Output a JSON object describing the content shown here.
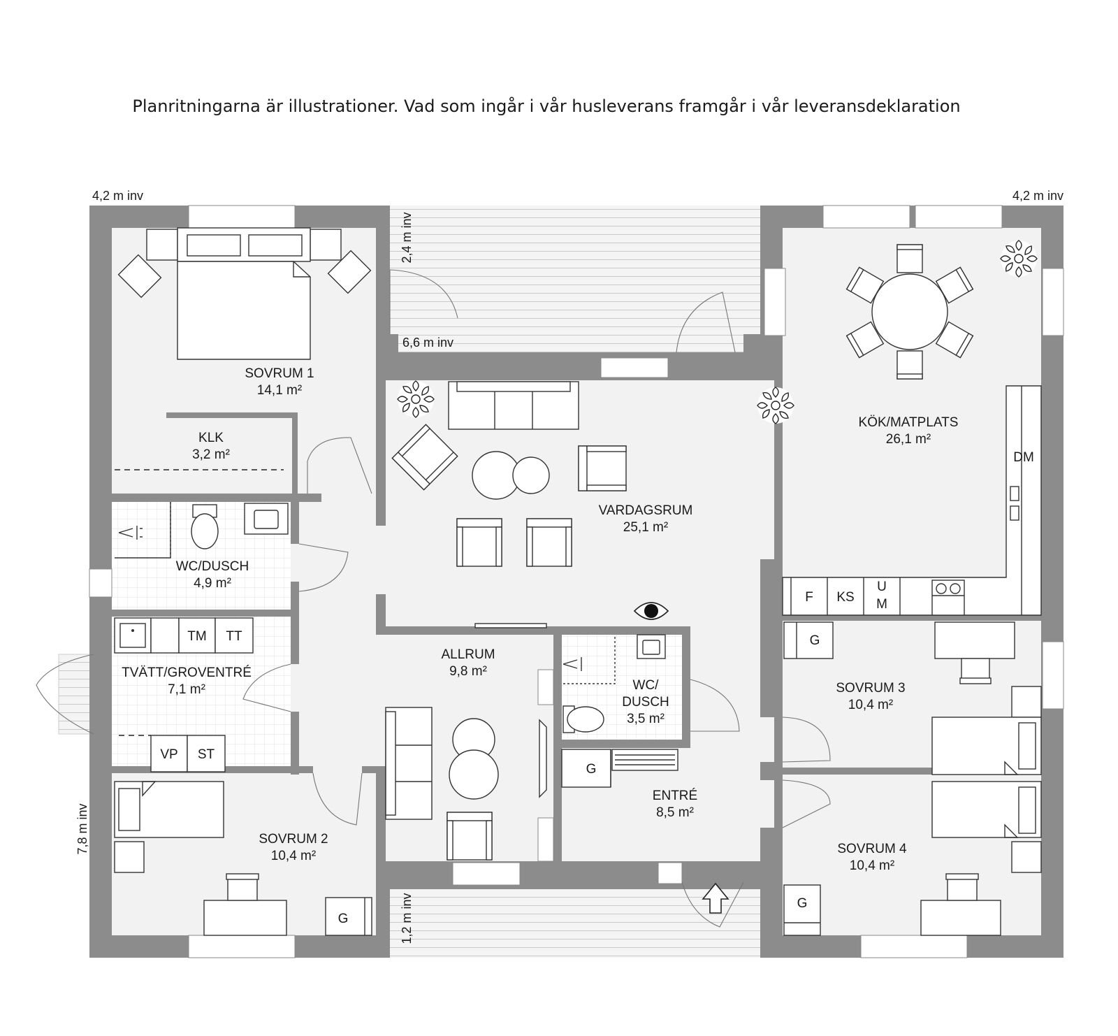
{
  "caption": "Planritningarna är illustrationer. Vad som ingår i vår husleverans framgår i vår leveransdeklaration",
  "dimensions": {
    "top_left": "4,2 m inv",
    "top_right": "4,2 m inv",
    "deck_top_vertical": "2,4 m inv",
    "deck_top_horizontal": "6,6 m inv",
    "left_vertical": "7,8 m inv",
    "deck_bottom_vertical": "1,2 m inv"
  },
  "rooms": {
    "sovrum1": {
      "name": "SOVRUM 1",
      "area": "14,1 m²"
    },
    "klk": {
      "name": "KLK",
      "area": "3,2 m²"
    },
    "wc_dusch1": {
      "name": "WC/DUSCH",
      "area": "4,9 m²"
    },
    "tvatt": {
      "name": "TVÄTT/GROVENTRÉ",
      "area": "7,1 m²"
    },
    "sovrum2": {
      "name": "SOVRUM 2",
      "area": "10,4 m²"
    },
    "vardagsrum": {
      "name": "VARDAGSRUM",
      "area": "25,1 m²"
    },
    "allrum": {
      "name": "ALLRUM",
      "area": "9,8 m²"
    },
    "wc_dusch2": {
      "name_line1": "WC/",
      "name_line2": "DUSCH",
      "area": "3,5 m²"
    },
    "entre": {
      "name": "ENTRÉ",
      "area": "8,5 m²"
    },
    "kok": {
      "name": "KÖK/MATPLATS",
      "area": "26,1 m²"
    },
    "sovrum3": {
      "name": "SOVRUM 3",
      "area": "10,4 m²"
    },
    "sovrum4": {
      "name": "SOVRUM 4",
      "area": "10,4 m²"
    }
  },
  "appliances": {
    "tm": "TM",
    "tt": "TT",
    "vp": "VP",
    "st": "ST",
    "dm": "DM",
    "f": "F",
    "ks": "KS",
    "u": "U",
    "m": "M",
    "g": "G"
  },
  "colors": {
    "wall": "#8c8c8c",
    "floor": "#f2f2f2",
    "tile": "#ffffff",
    "line": "#333333"
  }
}
